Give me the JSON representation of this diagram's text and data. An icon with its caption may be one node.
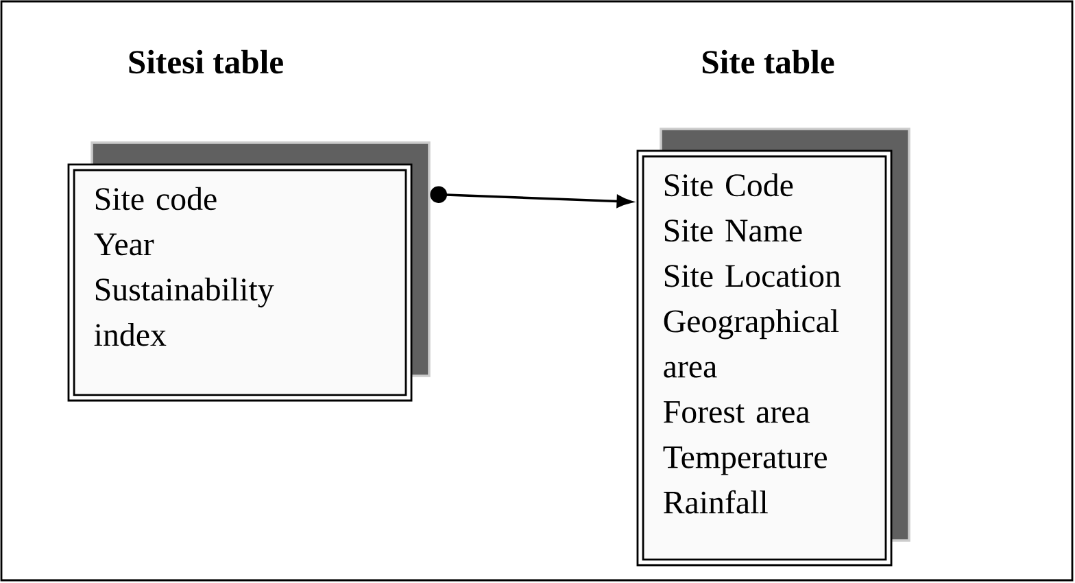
{
  "diagram": {
    "nodes": [
      {
        "text": [
          "Sitesi table",
          "Site code",
          "Year",
          "Sustainability index"
        ]
      },
      {
        "text": [
          "Site table",
          "Site Code",
          "Site Name",
          "Site Location",
          "Geographical area",
          "Forest area",
          "Temperature",
          "Rainfall"
        ]
      }
    ],
    "edges": [
      {
        "from": 0,
        "to": 1,
        "arrow": "to"
      }
    ]
  }
}
